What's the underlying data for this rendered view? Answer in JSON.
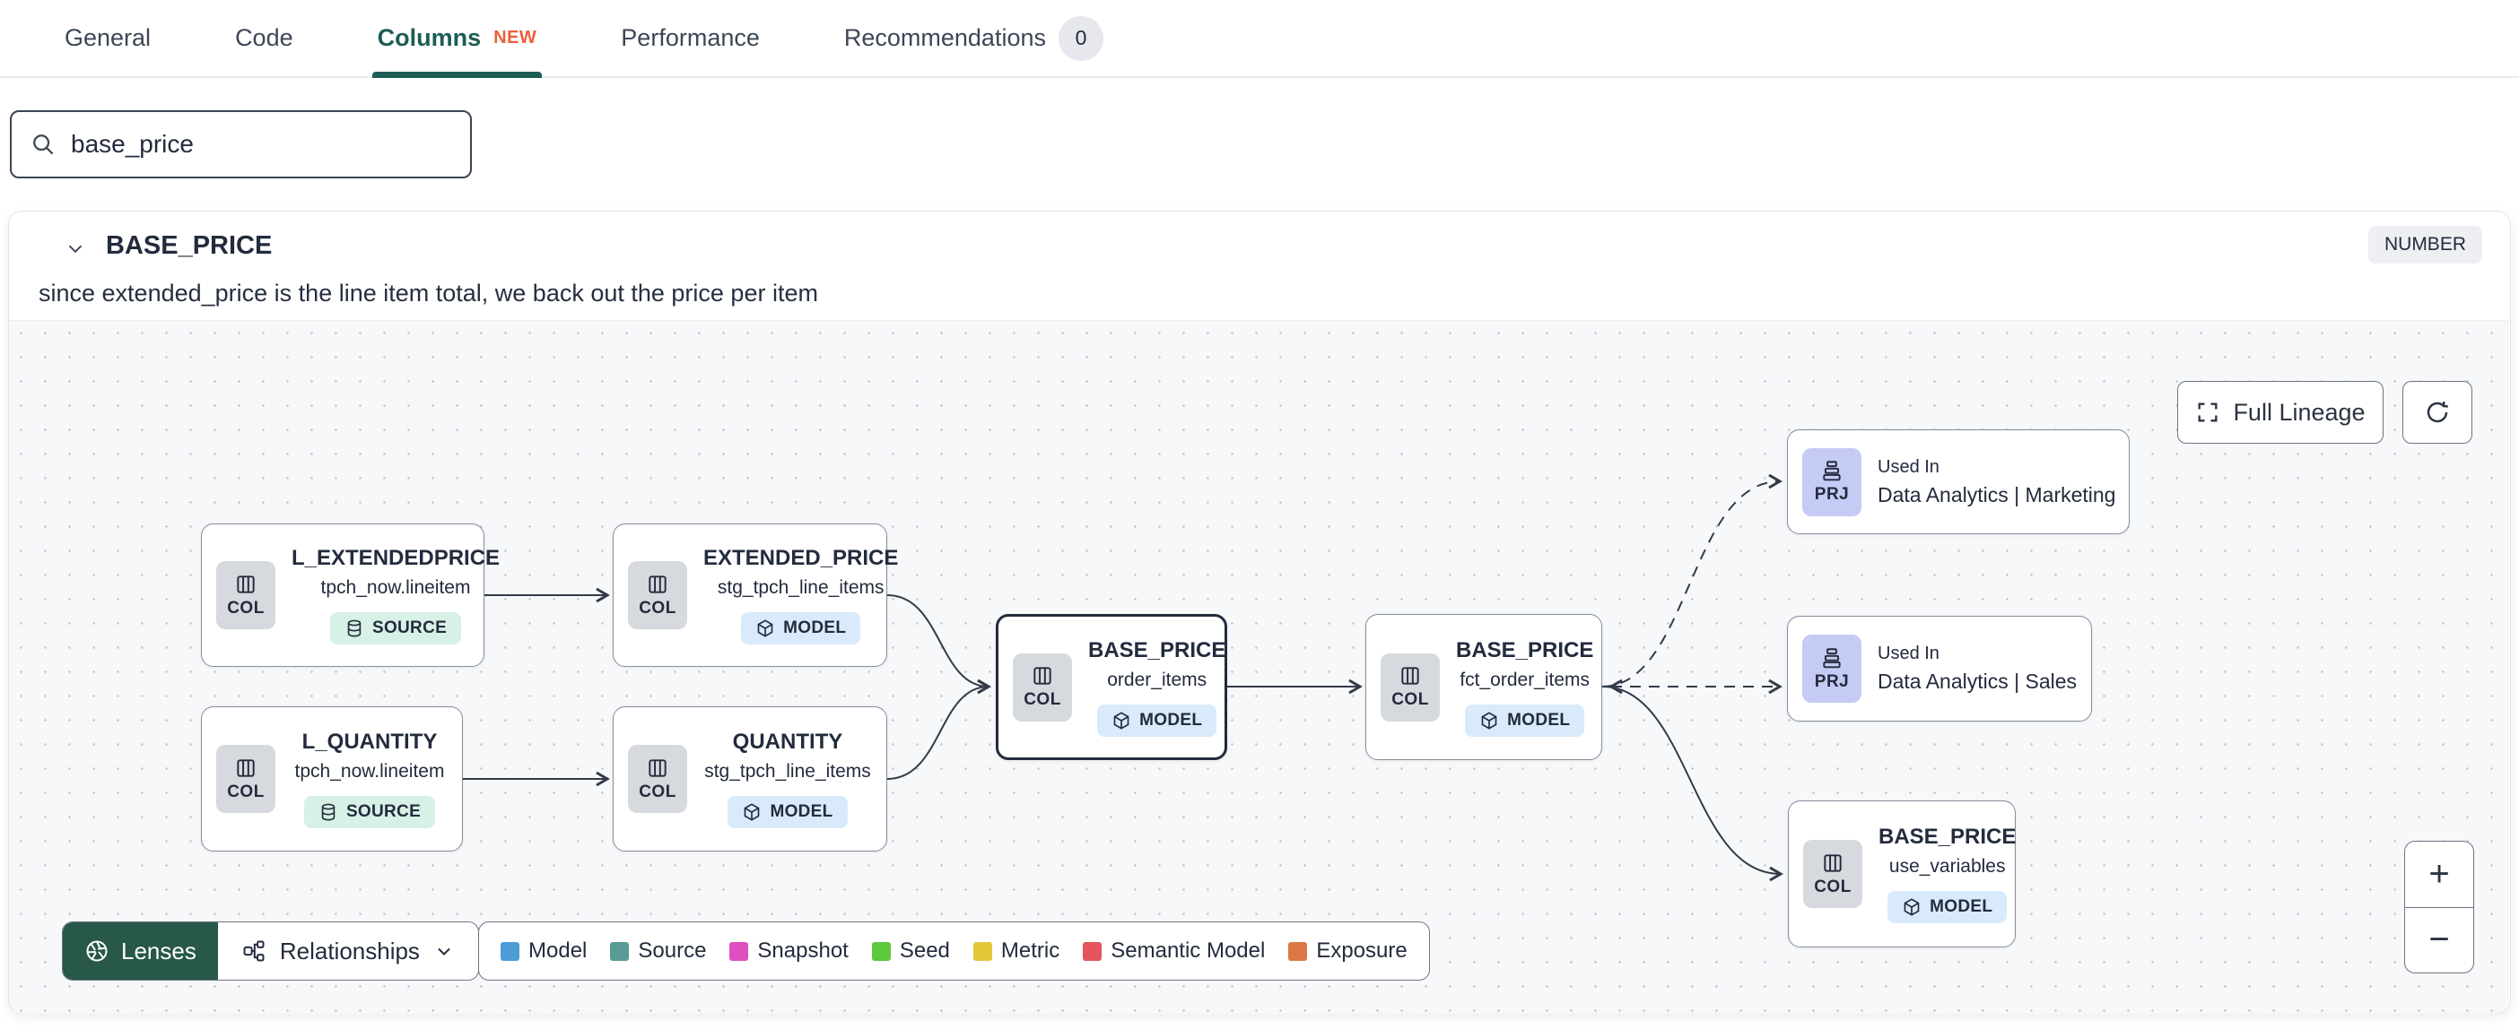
{
  "tabs": {
    "items": [
      {
        "label": "General"
      },
      {
        "label": "Code"
      },
      {
        "label": "Columns",
        "badge": "NEW"
      },
      {
        "label": "Performance"
      },
      {
        "label": "Recommendations",
        "count": "0"
      }
    ]
  },
  "search": {
    "value": "base_price"
  },
  "column_panel": {
    "name": "BASE_PRICE",
    "type_badge": "NUMBER",
    "description": "since extended_price is the line item total, we back out the price per item"
  },
  "lineage": {
    "controls": {
      "full_lineage_label": "Full Lineage"
    },
    "nodes": [
      {
        "chip": "COL",
        "title": "L_EXTENDEDPRICE",
        "subtitle": "tpch_now.lineitem",
        "badge": "SOURCE"
      },
      {
        "chip": "COL",
        "title": "EXTENDED_PRICE",
        "subtitle": "stg_tpch_line_items",
        "badge": "MODEL"
      },
      {
        "chip": "COL",
        "title": "L_QUANTITY",
        "subtitle": "tpch_now.lineitem",
        "badge": "SOURCE"
      },
      {
        "chip": "COL",
        "title": "QUANTITY",
        "subtitle": "stg_tpch_line_items",
        "badge": "MODEL"
      },
      {
        "chip": "COL",
        "title": "BASE_PRICE",
        "subtitle": "order_items",
        "badge": "MODEL"
      },
      {
        "chip": "COL",
        "title": "BASE_PRICE",
        "subtitle": "fct_order_items",
        "badge": "MODEL"
      },
      {
        "chip": "PRJ",
        "title": "Used In",
        "subtitle": "Data Analytics | Marketing"
      },
      {
        "chip": "PRJ",
        "title": "Used In",
        "subtitle": "Data Analytics | Sales"
      },
      {
        "chip": "COL",
        "title": "BASE_PRICE",
        "subtitle": "use_variables",
        "badge": "MODEL"
      }
    ],
    "toolbar": {
      "lenses_label": "Lenses",
      "relationships_label": "Relationships"
    },
    "legend": {
      "items": [
        {
          "label": "Model",
          "color": "#4d9cd6"
        },
        {
          "label": "Source",
          "color": "#579b94"
        },
        {
          "label": "Snapshot",
          "color": "#df4fc0"
        },
        {
          "label": "Seed",
          "color": "#5dc93d"
        },
        {
          "label": "Metric",
          "color": "#e4c737"
        },
        {
          "label": "Semantic Model",
          "color": "#e4555e"
        },
        {
          "label": "Exposure",
          "color": "#dc7845"
        }
      ]
    },
    "zoom": {
      "in_label": "+",
      "out_label": "−"
    }
  }
}
